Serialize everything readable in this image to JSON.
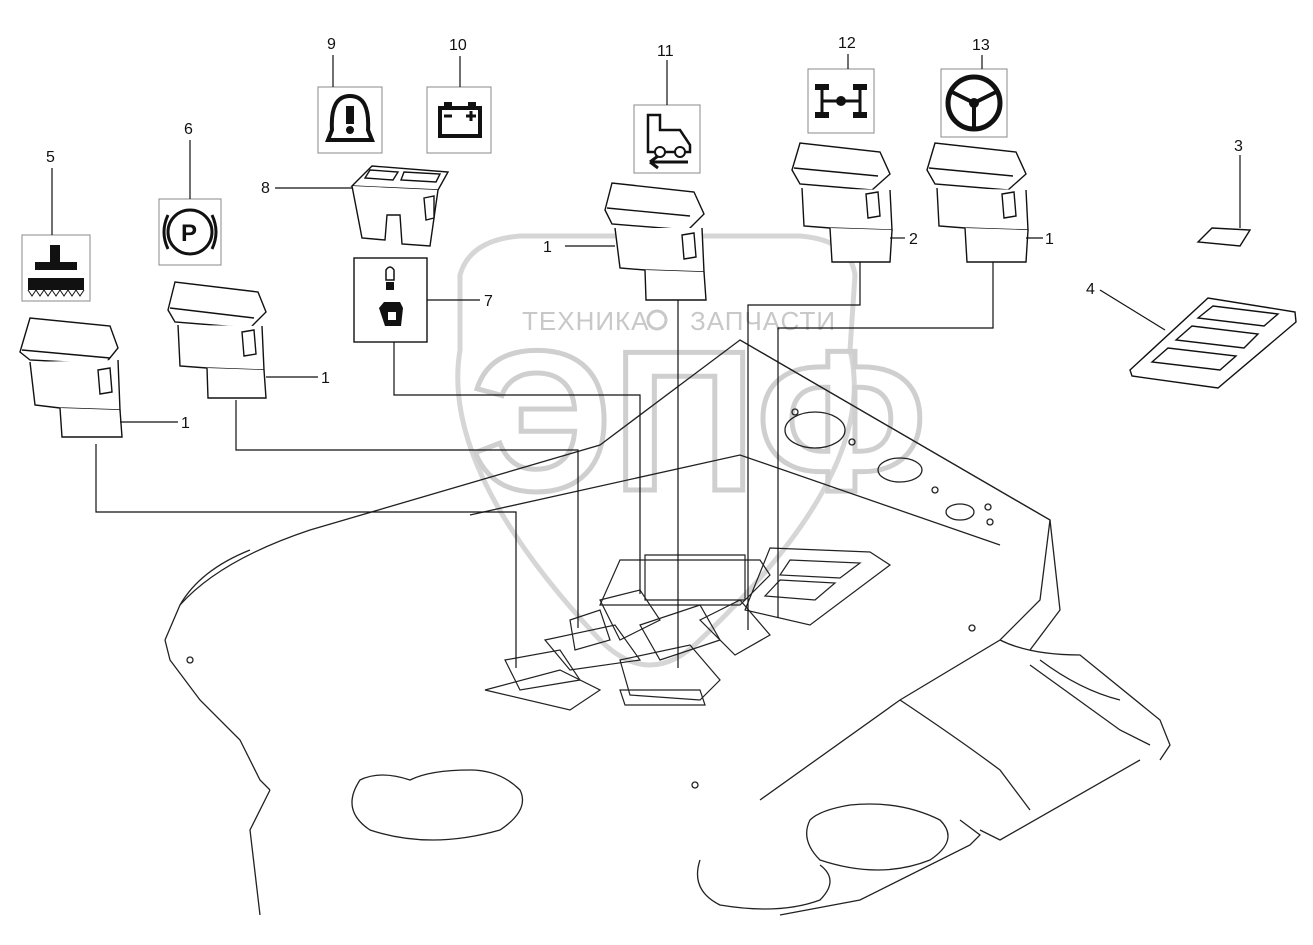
{
  "callouts": {
    "c1a": "1",
    "c1b": "1",
    "c1c": "1",
    "c1d": "1",
    "c2": "2",
    "c3": "3",
    "c4": "4",
    "c5": "5",
    "c6": "6",
    "c7": "7",
    "c8": "8",
    "c9": "9",
    "c10": "10",
    "c11": "11",
    "c12": "12",
    "c13": "13"
  },
  "watermark": {
    "left": "ТЕХНИКА",
    "right": "ЗАПЧАСТИ",
    "big": "ЭПФ"
  },
  "icons": {
    "parking": "P",
    "warning": "!"
  },
  "colors": {
    "line": "#111111",
    "watermark": "#c8c8c8"
  }
}
